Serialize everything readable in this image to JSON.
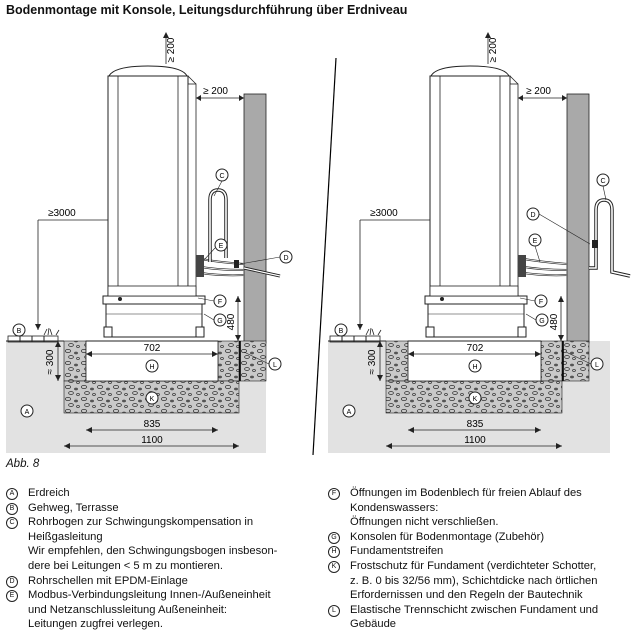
{
  "title": "Bodenmontage mit Konsole, Leitungsdurchführung über Erdniveau",
  "figure_label": "Abb. 8",
  "dims": {
    "top": "≥ 200",
    "side": "≥ 200",
    "left": "≥3000",
    "height_480": "480",
    "depth_300": "≈ 300",
    "w702": "702",
    "w835": "835",
    "w1100": "1100"
  },
  "markers": [
    "A",
    "B",
    "C",
    "D",
    "E",
    "F",
    "G",
    "H",
    "K",
    "L"
  ],
  "legend_left": [
    {
      "key": "A",
      "lines": [
        "Erdreich"
      ]
    },
    {
      "key": "B",
      "lines": [
        "Gehweg, Terrasse"
      ]
    },
    {
      "key": "C",
      "lines": [
        "Rohrbogen zur Schwingungskompensation in",
        "Heißgasleitung",
        "Wir empfehlen, den Schwingungsbogen insbeson-",
        "dere bei Leitungen < 5 m zu montieren."
      ]
    },
    {
      "key": "D",
      "lines": [
        "Rohrschellen mit EPDM-Einlage"
      ]
    },
    {
      "key": "E",
      "lines": [
        "Modbus-Verbindungsleitung Innen-/Außeneinheit",
        "und Netzanschlussleitung Außeneinheit:",
        "Leitungen zugfrei verlegen."
      ]
    }
  ],
  "legend_right": [
    {
      "key": "F",
      "lines": [
        "Öffnungen im Bodenblech für freien Ablauf des",
        "Kondenswassers:",
        "Öffnungen nicht verschließen."
      ]
    },
    {
      "key": "G",
      "lines": [
        "Konsolen für Bodenmontage (Zubehör)"
      ]
    },
    {
      "key": "H",
      "lines": [
        "Fundamentstreifen"
      ]
    },
    {
      "key": "K",
      "lines": [
        "Frostschutz für Fundament (verdichteter Schotter,",
        "z. B. 0 bis 32/56 mm), Schichtdicke nach örtlichen",
        "Erfordernissen und den Regeln der Bautechnik"
      ]
    },
    {
      "key": "L",
      "lines": [
        "Elastische Trennschicht zwischen Fundament und",
        "Gebäude"
      ]
    }
  ]
}
